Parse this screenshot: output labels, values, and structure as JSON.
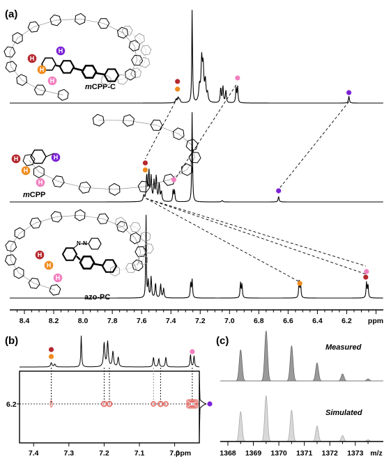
{
  "panels": {
    "a": {
      "label": "(a)",
      "unit": "ppm",
      "ticks": [
        "8.4",
        "8.2",
        "8.0",
        "7.8",
        "7.6",
        "7.4",
        "7.2",
        "7.0",
        "6.8",
        "6.6",
        "6.4",
        "6.2",
        "ppm"
      ],
      "traces": [
        "mCPP-C",
        "mCPP",
        "azo-PC"
      ],
      "trace_labels": [
        {
          "prefix": "m",
          "rest": "CPP-C"
        },
        {
          "prefix": "m",
          "rest": "CPP"
        },
        {
          "prefix": "",
          "rest": "azo-PC"
        }
      ]
    },
    "b": {
      "label": "(b)",
      "y_tick": "6.2",
      "x_ticks": [
        "7.4",
        "7.3",
        "7.2",
        "7.1",
        "7.0",
        "ppm"
      ]
    },
    "c": {
      "label": "(c)",
      "measured_label": "Measured",
      "simulated_label": "Simulated",
      "x_ticks": [
        "1368",
        "1369",
        "1370",
        "1371",
        "1372",
        "1373",
        "m/z"
      ],
      "measured": [
        {
          "mz": 1368.5,
          "rel": 0.62
        },
        {
          "mz": 1369.5,
          "rel": 1.0
        },
        {
          "mz": 1370.5,
          "rel": 0.7
        },
        {
          "mz": 1371.5,
          "rel": 0.36
        },
        {
          "mz": 1372.5,
          "rel": 0.14
        },
        {
          "mz": 1373.5,
          "rel": 0.04
        }
      ],
      "simulated": [
        {
          "mz": 1368.5,
          "rel": 0.65
        },
        {
          "mz": 1369.5,
          "rel": 1.0
        },
        {
          "mz": 1370.5,
          "rel": 0.68
        },
        {
          "mz": 1371.5,
          "rel": 0.34
        },
        {
          "mz": 1372.5,
          "rel": 0.13
        },
        {
          "mz": 1373.5,
          "rel": 0.04
        }
      ]
    }
  },
  "proton_label": "H",
  "colors": {
    "dark_red": "#b5282e",
    "orange": "#f08a1c",
    "pink": "#f27fbf",
    "purple": "#7b22d6",
    "measured_fill": "#9a9a9a",
    "simulated_fill": "#d8d8d8",
    "contour": "#e0504a"
  }
}
